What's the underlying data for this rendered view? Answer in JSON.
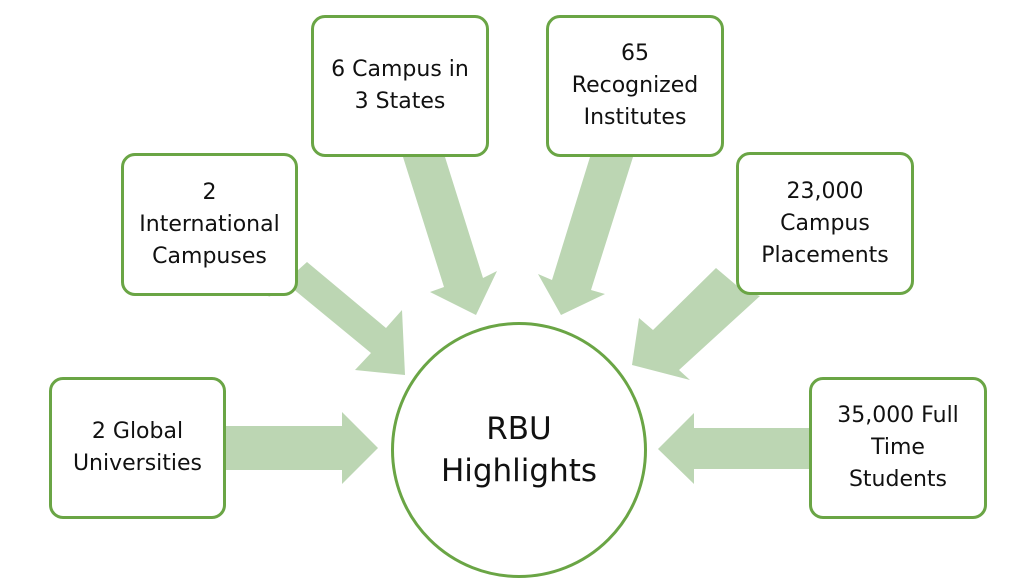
{
  "center": {
    "title": "RBU\nHighlights"
  },
  "highlights": [
    {
      "id": "global-universities",
      "text": "2 Global\nUniversities"
    },
    {
      "id": "international-campuses",
      "text": "2\nInternational\nCampuses"
    },
    {
      "id": "campus-states",
      "text": "6 Campus in\n3 States"
    },
    {
      "id": "recognized-institutes",
      "text": "65\nRecognized\nInstitutes"
    },
    {
      "id": "campus-placements",
      "text": "23,000\nCampus\nPlacements"
    },
    {
      "id": "full-time-students",
      "text": "35,000 Full\nTime\nStudents"
    }
  ],
  "colors": {
    "border": "#6aa545",
    "arrow": "#bcd6b3"
  }
}
